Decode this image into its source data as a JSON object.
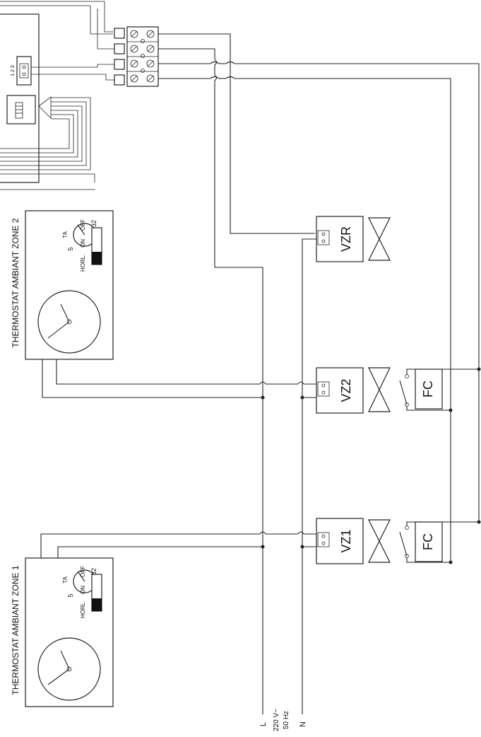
{
  "thermostat_zone_2": {
    "title": "THERMOSTAT AMBIANT ZONE 2",
    "dial_label": "TA",
    "dial_min": "5",
    "dial_max": "32",
    "switch_on": "ON",
    "switch_off": "OFF",
    "switch_horl": "HORL."
  },
  "thermostat_zone_1": {
    "title": "THERMOSTAT AMBIANT ZONE 1",
    "dial_label": "TA",
    "dial_min": "5",
    "dial_max": "32",
    "switch_on": "ON",
    "switch_off": "OFF",
    "switch_horl": "HORL."
  },
  "valves": {
    "vzr": "VZR",
    "vz2": "VZ2",
    "vz1": "VZ1"
  },
  "limit_switches": {
    "fc_upper": "FC",
    "fc_lower": "FC"
  },
  "connector": {
    "pins": "1 2 3"
  },
  "power_supply": {
    "line": "L",
    "voltage": "220 V~",
    "frequency": "50 Hz",
    "neutral": "N"
  },
  "colors": {
    "wire": "#222222",
    "background": "#ffffff",
    "switch_fill": "#111111"
  }
}
